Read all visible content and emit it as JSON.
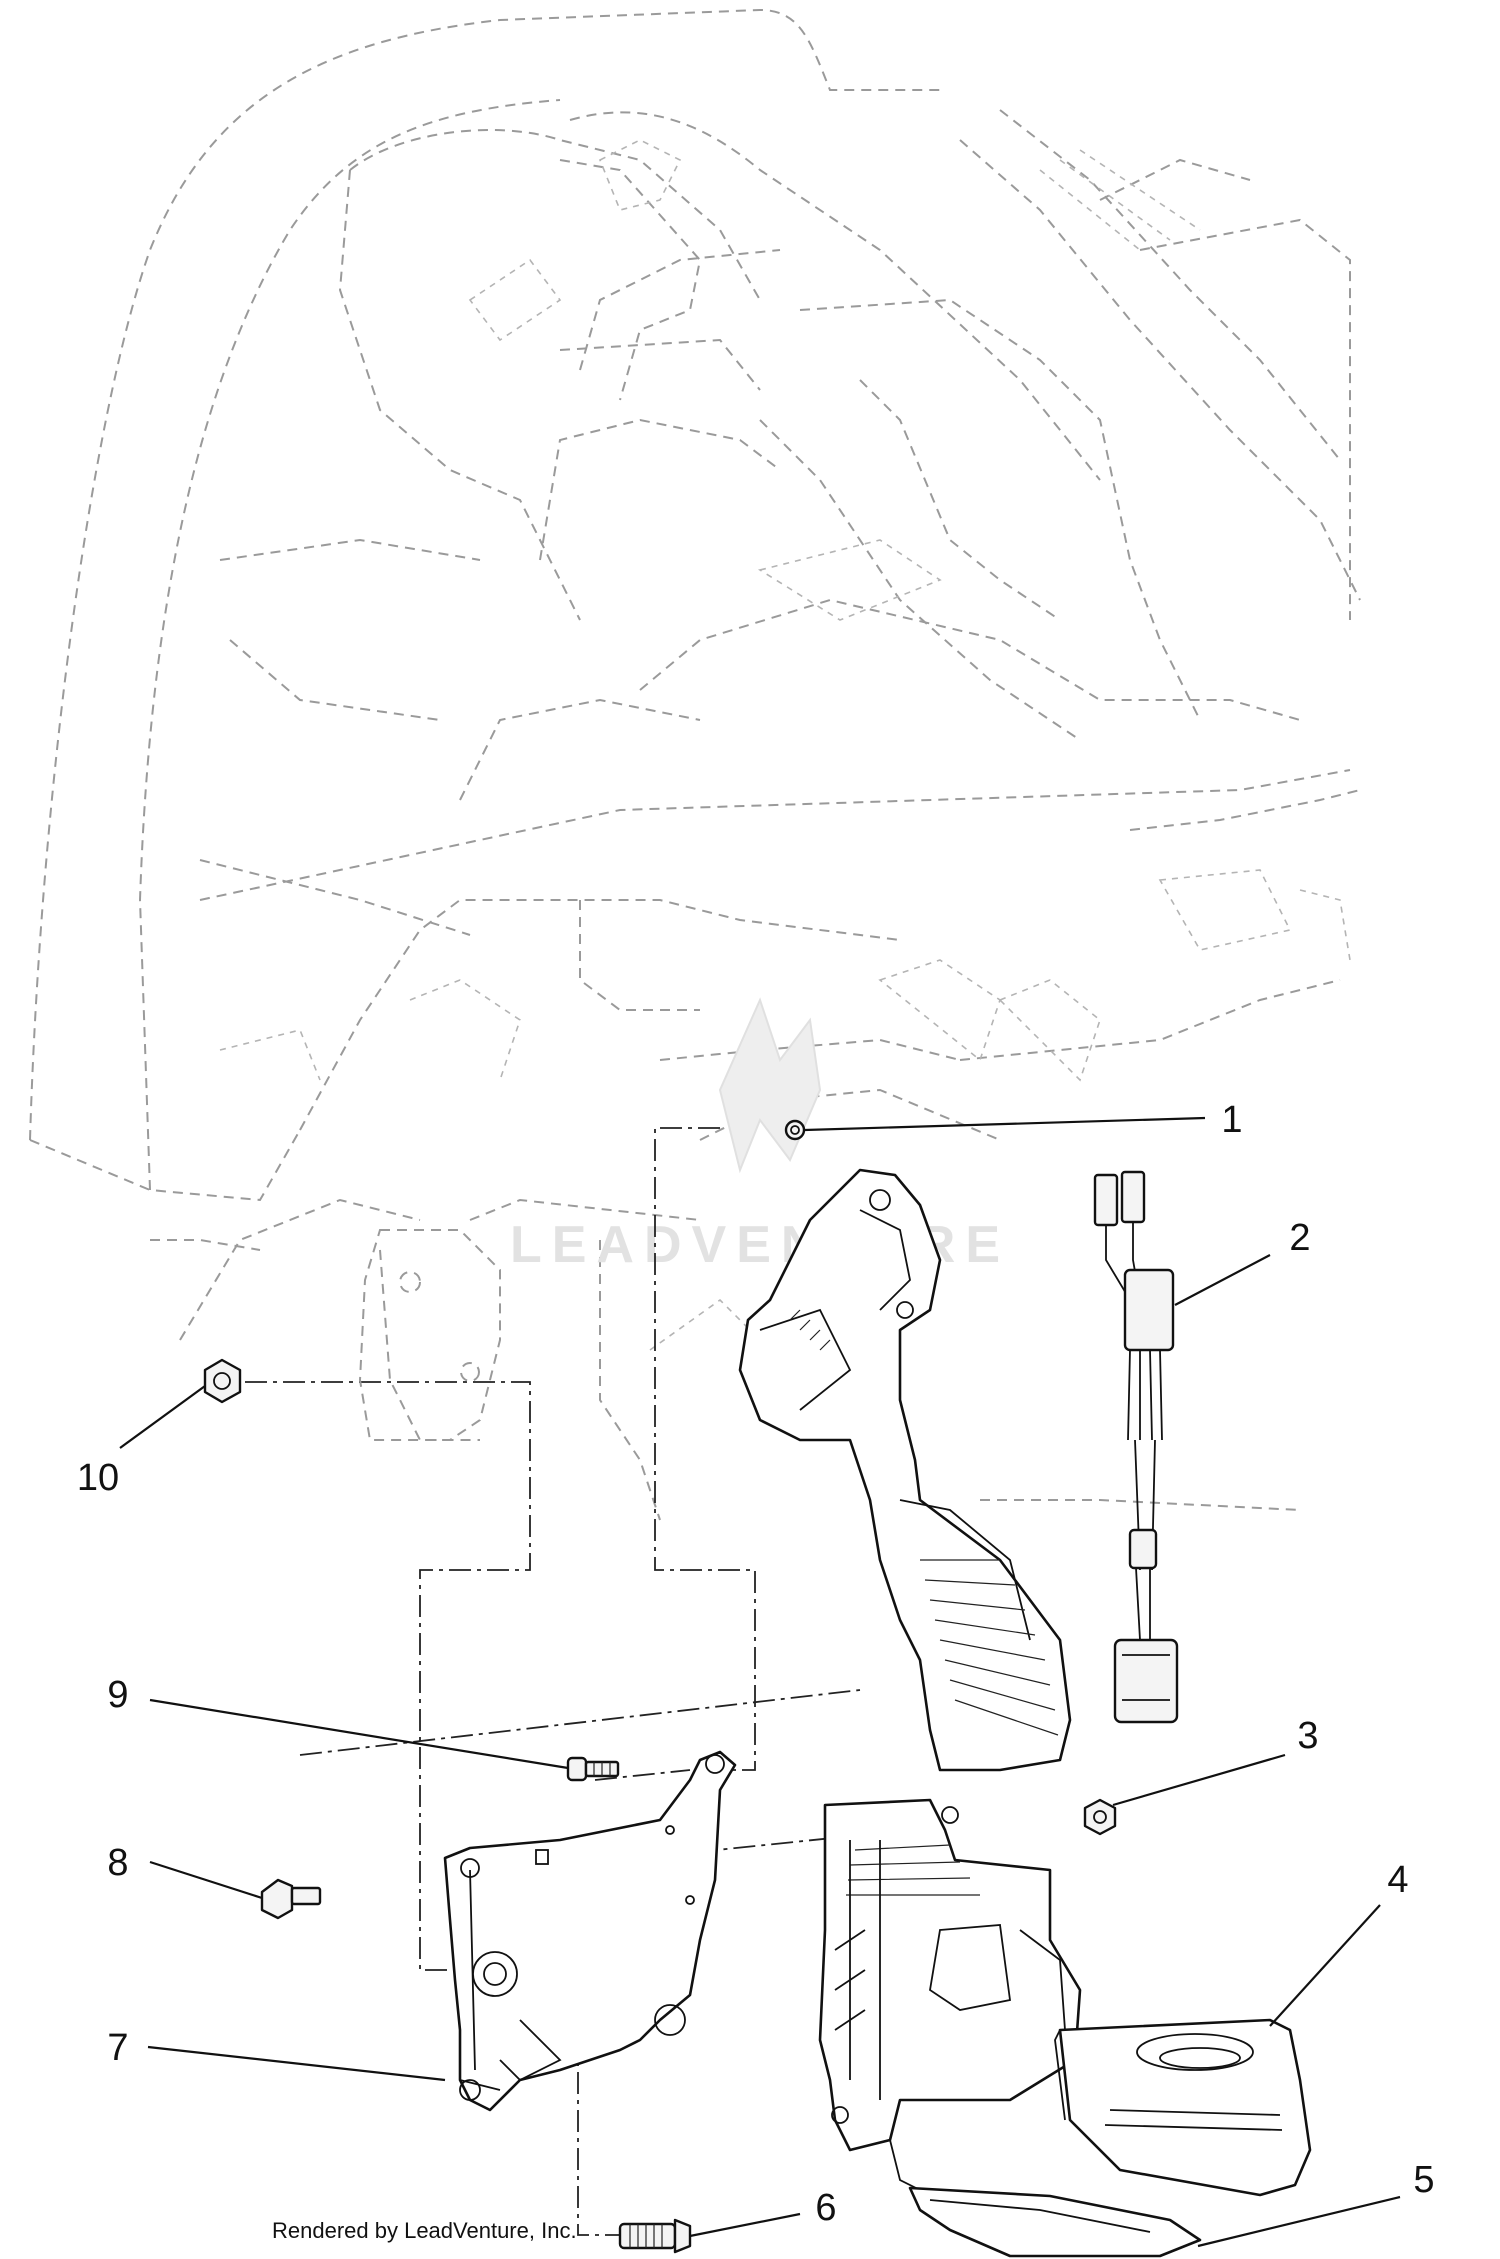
{
  "diagram": {
    "callouts": [
      "1",
      "2",
      "3",
      "4",
      "5",
      "6",
      "7",
      "8",
      "9",
      "10"
    ],
    "watermark": "LEADVENTURE",
    "credit": "Rendered by LeadVenture, Inc."
  }
}
